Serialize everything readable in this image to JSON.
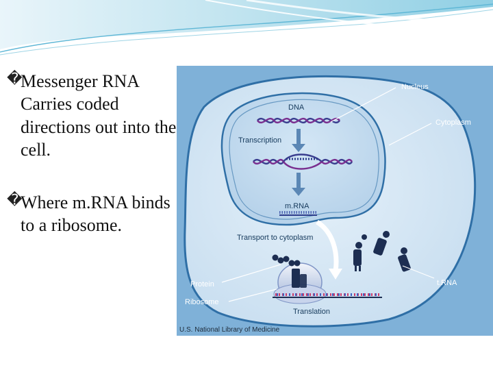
{
  "slide": {
    "bullets": [
      {
        "marker": "�",
        "text": "Messenger RNA Carries coded directions out into the cell."
      },
      {
        "marker": "�",
        "text": "Where m.RNA binds to a ribosome."
      }
    ]
  },
  "diagram": {
    "labels": {
      "nucleus": "Nucleus",
      "cytoplasm": "Cytoplasm",
      "dna": "DNA",
      "transcription": "Transcription",
      "mrna": "m.RNA",
      "transport": "Transport to cytoplasm",
      "protein": "Protein",
      "ribosome": "Ribosome",
      "trna": "t.RNA",
      "translation": "Translation",
      "credit": "U.S. National Library of Medicine"
    },
    "colors": {
      "background": "#7fb1d8",
      "cell": "#cfe3f3",
      "nucleus": "#b9d5ec",
      "membrane": "#2f6fa6",
      "dark": "#1d2e52"
    }
  }
}
